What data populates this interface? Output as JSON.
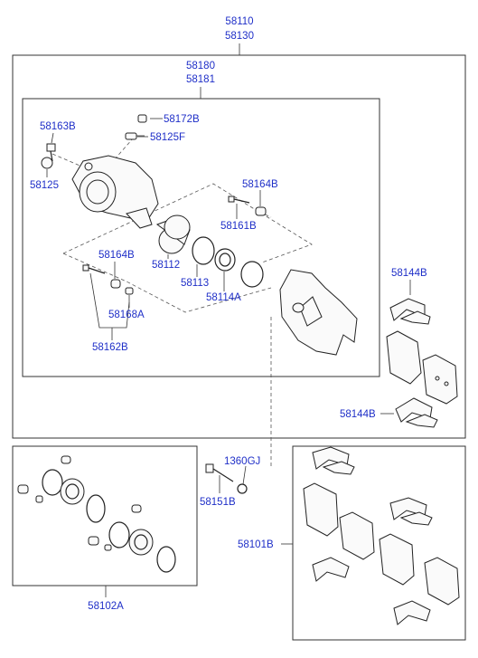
{
  "labels": {
    "l_58110": "58110",
    "l_58130": "58130",
    "l_58180": "58180",
    "l_58181": "58181",
    "l_58163B": "58163B",
    "l_58172B": "58172B",
    "l_58125F": "58125F",
    "l_58125": "58125",
    "l_58164B_r": "58164B",
    "l_58161B": "58161B",
    "l_58164B_l": "58164B",
    "l_58112": "58112",
    "l_58113": "58113",
    "l_58114A": "58114A",
    "l_58168A": "58168A",
    "l_58162B": "58162B",
    "l_58144B_top": "58144B",
    "l_58144B_bot": "58144B",
    "l_1360GJ": "1360GJ",
    "l_58151B": "58151B",
    "l_58101B": "58101B",
    "l_58102A": "58102A"
  },
  "colors": {
    "label": "#1f2fc8",
    "line": "#333333"
  }
}
